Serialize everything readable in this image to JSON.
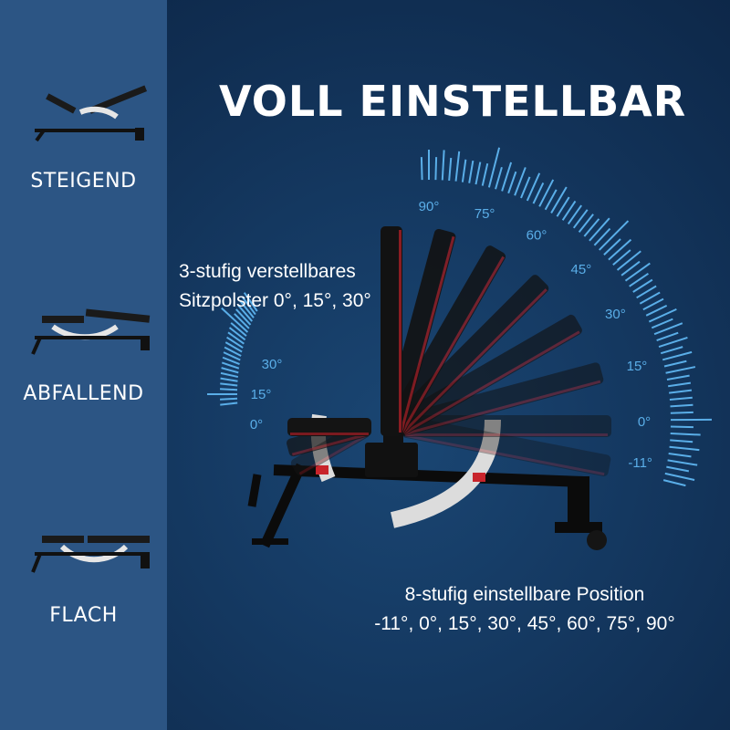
{
  "headline": "VOLL EINSTELLBAR",
  "sidebar": {
    "items": [
      {
        "label": "STEIGEND",
        "icon": "incline-bench-icon"
      },
      {
        "label": "ABFALLEND",
        "icon": "decline-bench-icon"
      },
      {
        "label": "FLACH",
        "icon": "flat-bench-icon"
      }
    ]
  },
  "seat_caption": {
    "line1": "3-stufig verstellbares",
    "line2": "Sitzpolster 0°, 15°, 30°"
  },
  "back_caption": {
    "line1": "8-stufig einstellbare Position",
    "line2": "-11°, 0°, 15°, 30°, 45°, 60°, 75°, 90°"
  },
  "seat_scale": {
    "labels": [
      "30°",
      "15°",
      "0°"
    ]
  },
  "back_scale": {
    "labels": [
      "90°",
      "75°",
      "60°",
      "45°",
      "30°",
      "15°",
      "0°",
      "-11°"
    ]
  },
  "colors": {
    "background": "#102e52",
    "sidebar": "#2c5584",
    "scale": "#5aaee8",
    "text": "#ffffff",
    "accent": "#c8242b"
  }
}
